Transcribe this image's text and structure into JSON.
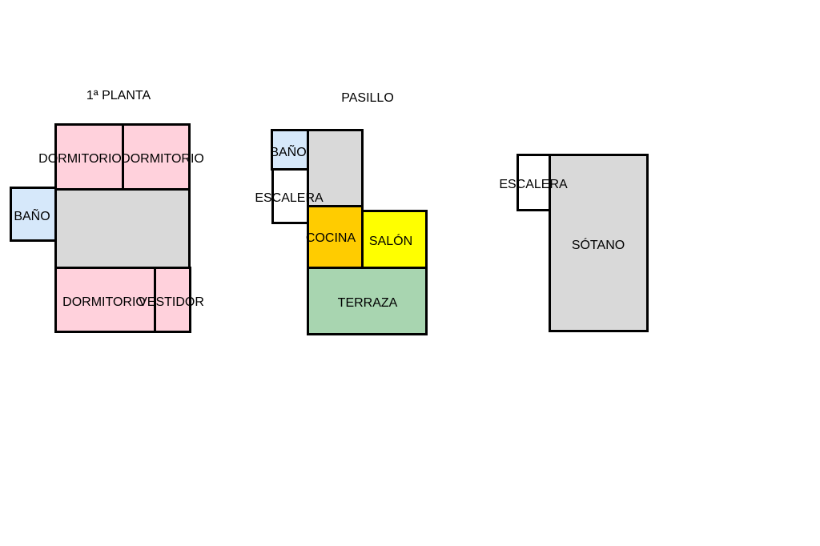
{
  "colors": {
    "dormitorio": "#ffd1dc",
    "bano": "#d6e8fa",
    "pasillo": "#d9d9d9",
    "cocina": "#ffcc00",
    "salon": "#ffff00",
    "terraza": "#a8d5b0",
    "escalera": "#ffffff"
  },
  "planta1": {
    "title": "1ª PLANTA",
    "dormitorio_1": "DORMITORIO",
    "dormitorio_2": "DORMITORIO",
    "bano": "BAÑO",
    "dormitorio_3": "DORMITORIO",
    "vestidor": "VESTIDOR"
  },
  "planta_baja": {
    "title": "PASILLO",
    "bano": "BAÑO",
    "escalera": "ESCALERA",
    "cocina": "COCINA",
    "salon": "SALÓN",
    "terraza": "TERRAZA"
  },
  "sotano": {
    "escalera": "ESCALERA",
    "sotano": "SÓTANO"
  }
}
